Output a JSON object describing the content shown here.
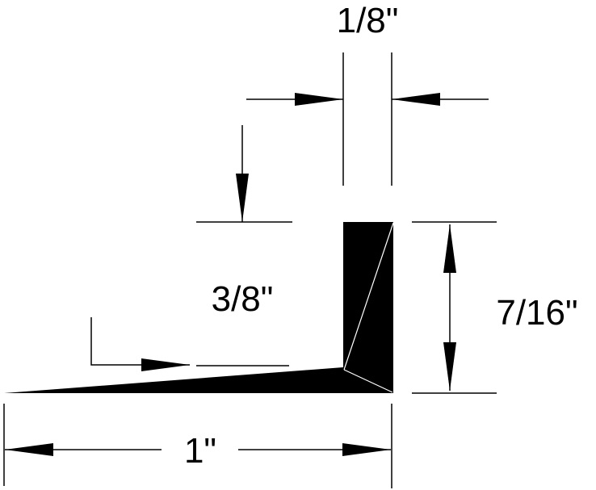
{
  "diagram": {
    "labels": {
      "thickness": "1/8\"",
      "lip_height": "3/8\"",
      "total_height": "7/16\"",
      "width": "1\""
    },
    "colors": {
      "profile": "#000000",
      "background": "#ffffff"
    }
  }
}
